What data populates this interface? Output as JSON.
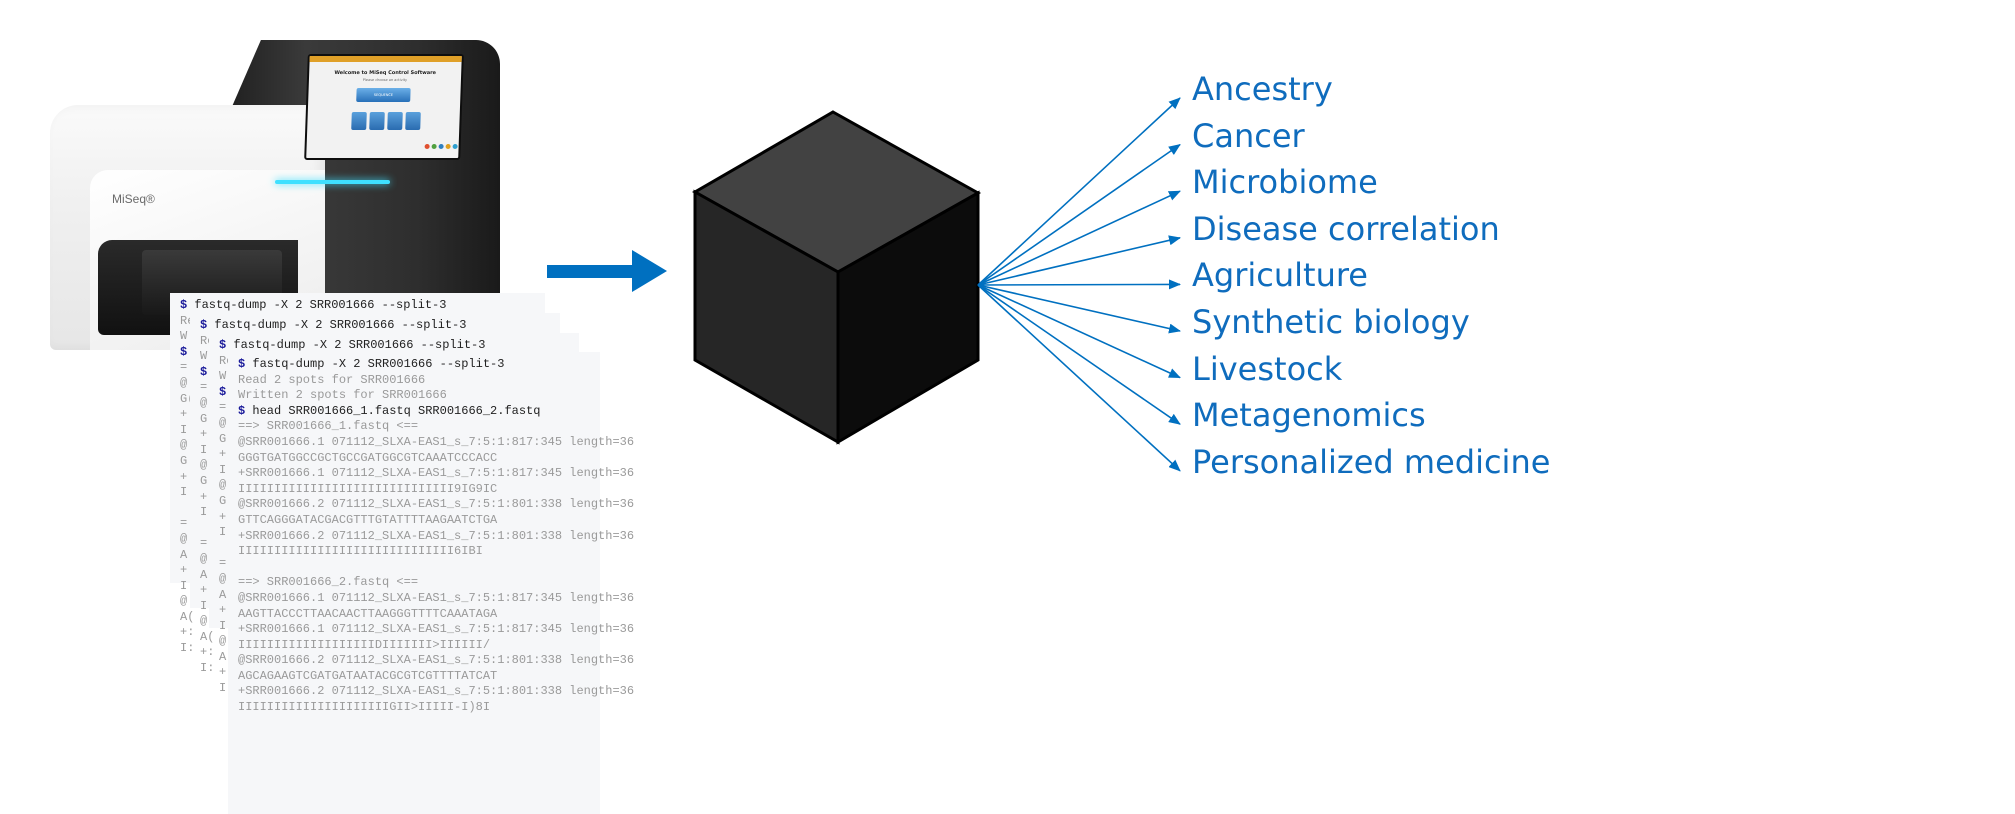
{
  "figure": {
    "type": "workflow-diagram",
    "description": "Sequencer output (FASTQ) feeds into a black box that fans out to application areas"
  },
  "sequencer": {
    "brand_label": "MiSeq®",
    "screen": {
      "title": "Welcome to MiSeq Control Software",
      "subtitle": "Please choose an activity",
      "main_button": "SEQUENCE",
      "glow_color": "#3fe0ff"
    }
  },
  "terminal": {
    "prompt": "$",
    "command": "fastq-dump -X 2 SRR001666 --split-3",
    "output_lines": [
      "Read 2 spots for SRR001666",
      "Written 2 spots for SRR001666"
    ],
    "head_command": "head SRR001666_1.fastq SRR001666_2.fastq",
    "file1_header": "==> SRR001666_1.fastq <==",
    "file1_lines": [
      "@SRR001666.1 071112_SLXA-EAS1_s_7:5:1:817:345 length=36",
      "GGGTGATGGCCGCTGCCGATGGCGTCAAATCCCACC",
      "+SRR001666.1 071112_SLXA-EAS1_s_7:5:1:817:345 length=36",
      "IIIIIIIIIIIIIIIIIIIIIIIIIIIIII9IG9IC",
      "@SRR001666.2 071112_SLXA-EAS1_s_7:5:1:801:338 length=36",
      "GTTCAGGGATACGACGTTTGTATTTTAAGAATCTGA",
      "+SRR001666.2 071112_SLXA-EAS1_s_7:5:1:801:338 length=36",
      "IIIIIIIIIIIIIIIIIIIIIIIIIIIIII6IBI"
    ],
    "file2_header": "==> SRR001666_2.fastq <==",
    "file2_lines": [
      "@SRR001666.1 071112_SLXA-EAS1_s_7:5:1:817:345 length=36",
      "AAGTTACCCTTAACAACTTAAGGGTTTTCAAATAGA",
      "+SRR001666.1 071112_SLXA-EAS1_s_7:5:1:817:345 length=36",
      "IIIIIIIIIIIIIIIIIIIDIIIIIII>IIIIII/",
      "@SRR001666.2 071112_SLXA-EAS1_s_7:5:1:801:338 length=36",
      "AGCAGAAGTCGATGATAATACGCGTCGTTTTATCAT",
      "+SRR001666.2 071112_SLXA-EAS1_s_7:5:1:801:338 length=36",
      "IIIIIIIIIIIIIIIIIIIIIGII>IIIII-I)8I"
    ]
  },
  "colors": {
    "accent_blue": "#0f6cbd",
    "arrow_blue": "#0070c0",
    "cube_top": "#424242",
    "cube_left": "#262626",
    "cube_right": "#0c0c0c"
  },
  "black_box": {
    "label": "black-box-cube"
  },
  "applications": [
    "Ancestry",
    "Cancer",
    "Microbiome",
    "Disease correlation",
    "Agriculture",
    "Synthetic biology",
    "Livestock",
    "Metagenomics",
    "Personalized medicine"
  ]
}
